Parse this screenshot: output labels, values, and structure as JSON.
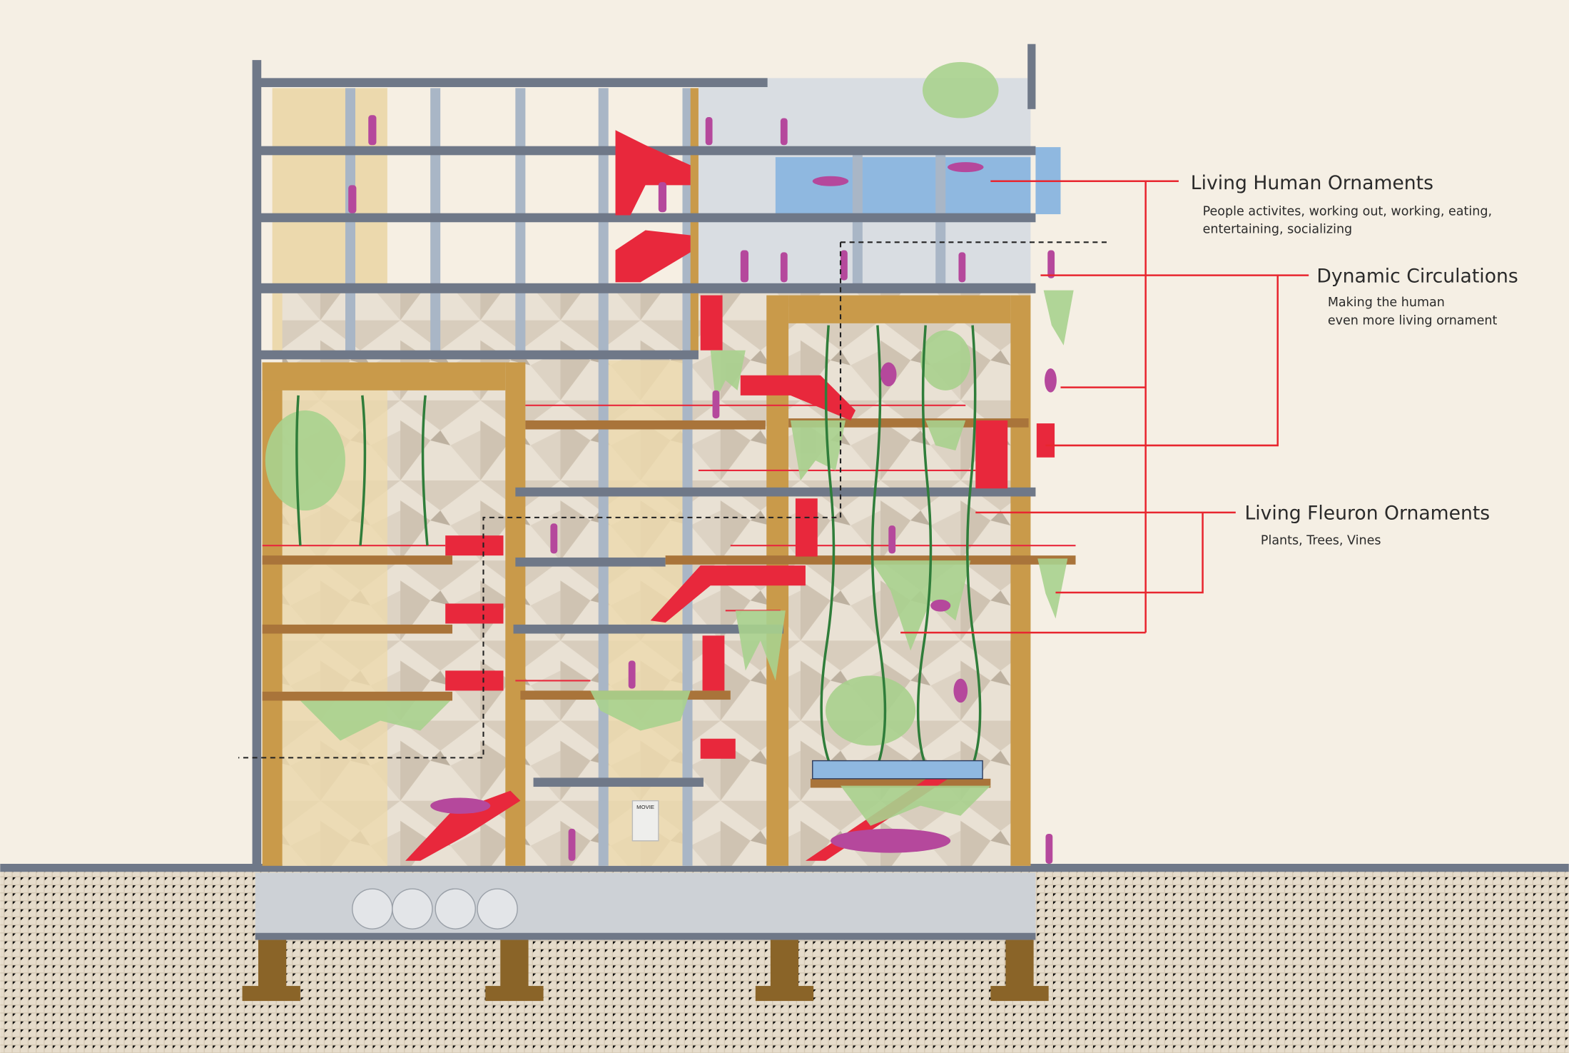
{
  "title": "Building section – living ornaments",
  "annotations": [
    {
      "title": "Living Human Ornaments",
      "subtitle_lines": [
        "People activites, working out, working, eating,",
        "entertaining, socializing"
      ]
    },
    {
      "title": "Dynamic Circulations",
      "subtitle_lines": [
        "Making the human",
        "even more living ornament"
      ]
    },
    {
      "title": "Living Fleuron Ornaments",
      "subtitle_lines": [
        "Plants, Trees, Vines"
      ]
    }
  ],
  "poster": {
    "label": "MOVIE"
  },
  "colors": {
    "background": "#f5efe4",
    "ground": "#e6dccb",
    "slab": "#6f7888",
    "timber": "#c99a4a",
    "circulation": "#e8283c",
    "people": "#b5489c",
    "plants": "#a9d18e",
    "pool": "#8fb8e0",
    "callout": "#e8262f"
  }
}
